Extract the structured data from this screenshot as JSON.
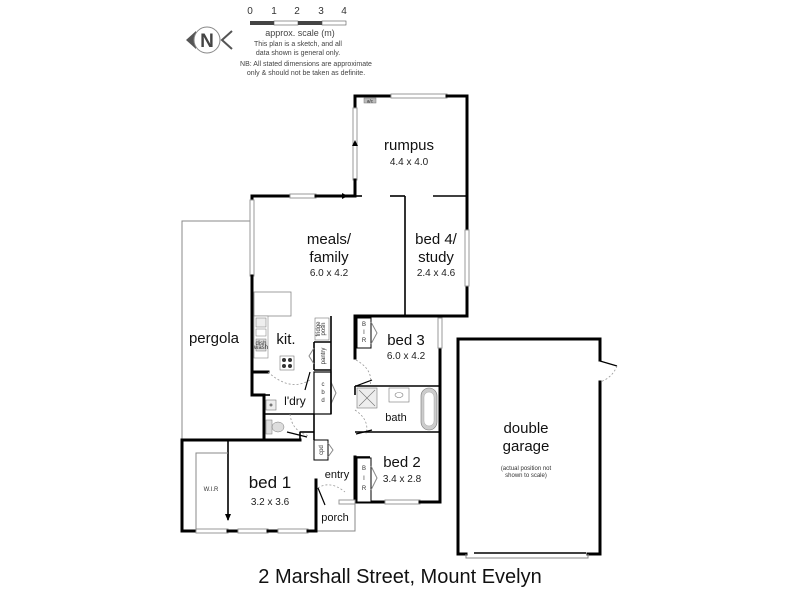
{
  "header": {
    "compass_label": "N",
    "scale": {
      "ticks": [
        "0",
        "1",
        "2",
        "3",
        "4"
      ],
      "label": "approx. scale (m)"
    },
    "disclaimer_line1": "This plan is a sketch, and all",
    "disclaimer_line2": "data shown is general only.",
    "nb_line1": "NB: All stated dimensions are approximate",
    "nb_line2": "only & should not be taken as definite."
  },
  "rooms": {
    "rumpus": {
      "name": "rumpus",
      "dims": "4.4 x 4.0"
    },
    "meals_family": {
      "name_line1": "meals/",
      "name_line2": "family",
      "dims": "6.0 x 4.2"
    },
    "bed4": {
      "name_line1": "bed 4/",
      "name_line2": "study",
      "dims": "2.4 x 4.6"
    },
    "pergola": {
      "name": "pergola"
    },
    "kitchen": {
      "name": "kit."
    },
    "bed3": {
      "name": "bed 3",
      "dims": "6.0 x 4.2"
    },
    "bath": {
      "name": "bath"
    },
    "laundry": {
      "name": "l'dry"
    },
    "bed2": {
      "name": "bed 2",
      "dims": "3.4 x 2.8"
    },
    "entry": {
      "name": "entry"
    },
    "porch": {
      "name": "porch"
    },
    "bed1": {
      "name": "bed 1",
      "dims": "3.2 x 3.6"
    },
    "garage": {
      "name_line1": "double",
      "name_line2": "garage",
      "note_line1": "(actual position not",
      "note_line2": "shown to scale)"
    }
  },
  "fixtures": {
    "ac": "a/c",
    "fridge_line1": "fridge",
    "fridge_line2": "posn",
    "pantry": "pantry",
    "dishwasher_line1": "dish",
    "dishwasher_line2": "wash",
    "linen": [
      "c",
      "b",
      "d"
    ],
    "coat": "cpd",
    "bir": [
      "B",
      "I",
      "R"
    ],
    "wir": "W.I.R"
  },
  "footer": {
    "address": "2 Marshall Street, Mount Evelyn"
  }
}
